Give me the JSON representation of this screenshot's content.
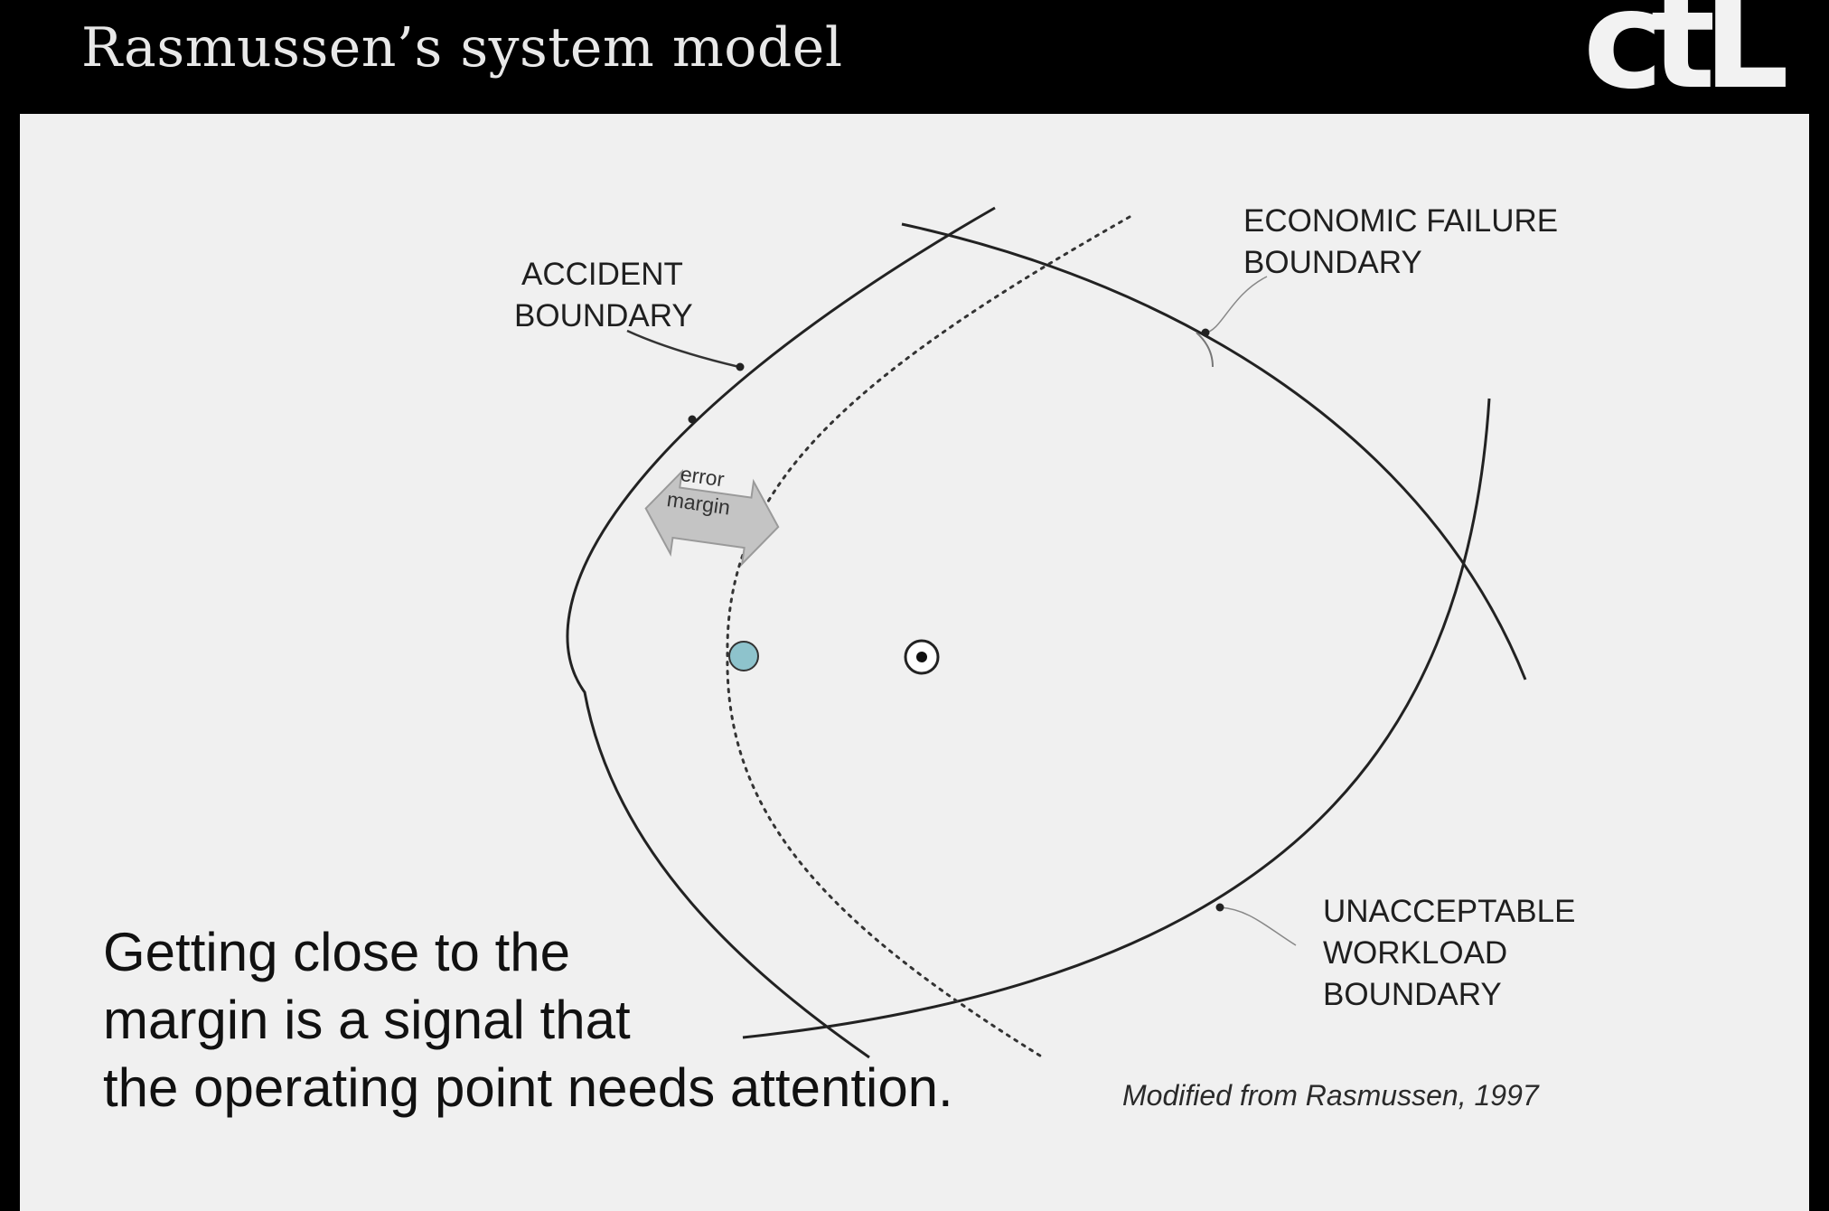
{
  "header": {
    "title": "Rasmussen’s system model",
    "logo_text": "ctL"
  },
  "diagram": {
    "accident_boundary": [
      "ACCIDENT",
      "BOUNDARY"
    ],
    "economic_boundary": [
      "ECONOMIC FAILURE",
      "BOUNDARY"
    ],
    "workload_boundary": [
      "UNACCEPTABLE",
      "WORKLOAD",
      "BOUNDARY"
    ],
    "error_margin": [
      "error",
      "margin"
    ],
    "caption": [
      "Getting close to the",
      "margin is a signal that",
      "the operating point needs attention."
    ],
    "credit": "Modified from Rasmussen, 1997"
  },
  "colors": {
    "background": "#000000",
    "slide": "#f0f0f0",
    "line": "#222222",
    "operating_point_marker": "#8ec3cc",
    "arrow_fill": "#c4c4c4"
  }
}
